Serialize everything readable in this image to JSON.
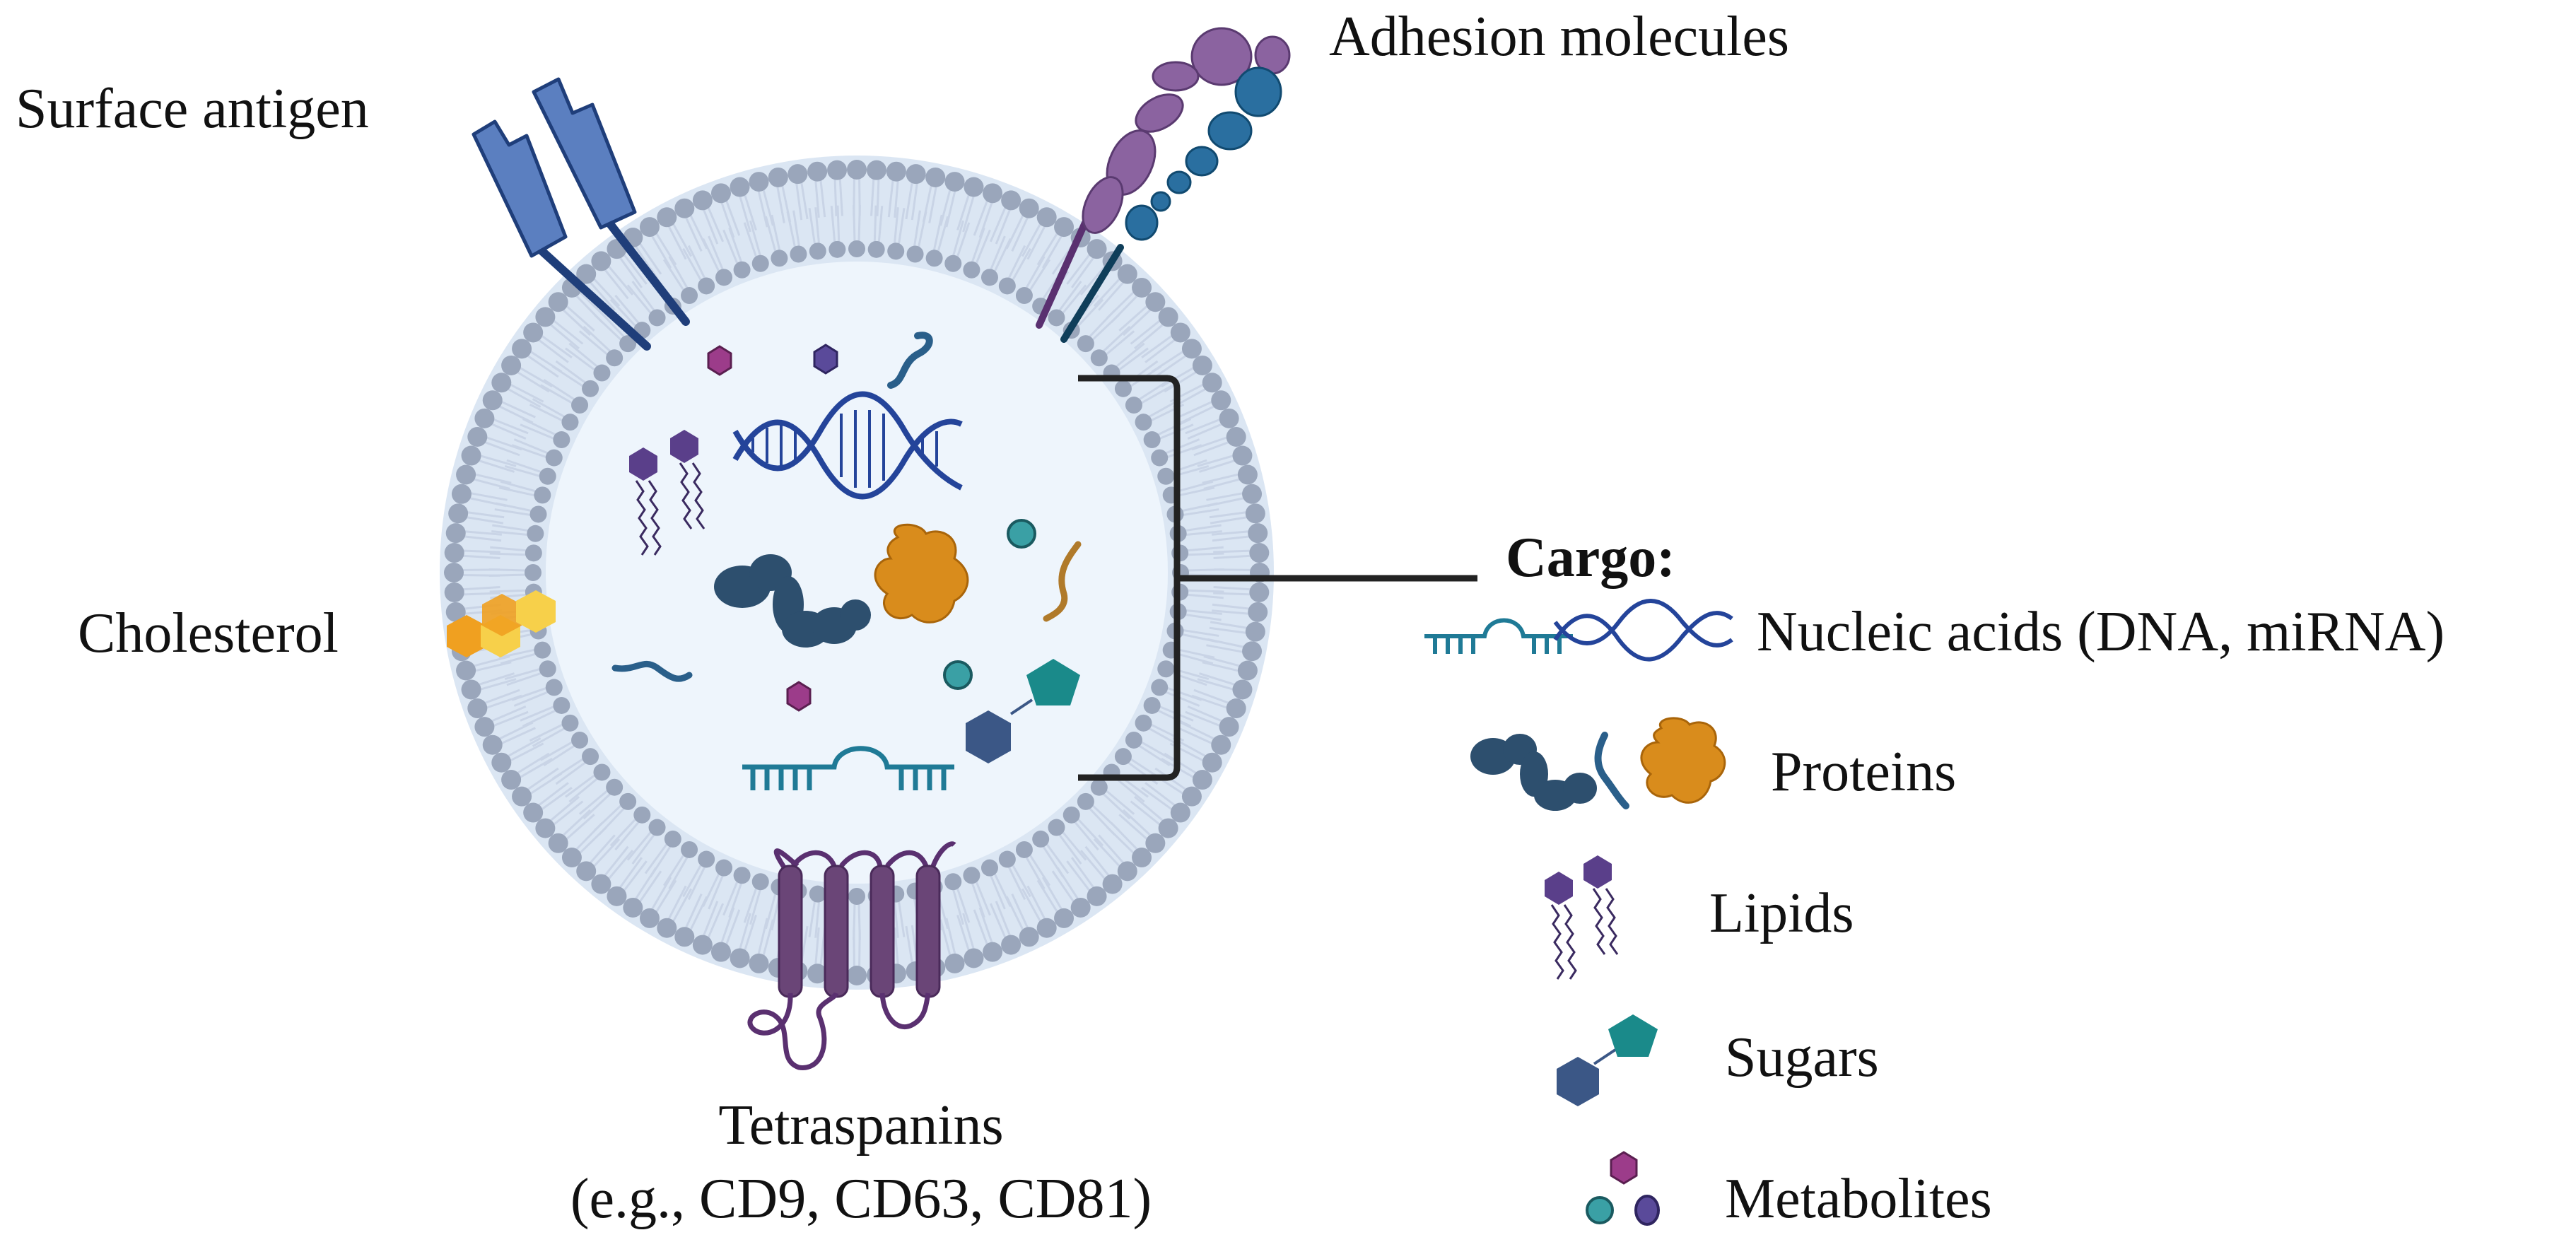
{
  "labels": {
    "surface_antigen": "Surface antigen",
    "adhesion_molecules": "Adhesion molecules",
    "cholesterol": "Cholesterol",
    "tetraspanins_line1": "Tetraspanins",
    "tetraspanins_line2": "(e.g., CD9, CD63, CD81)"
  },
  "cargo": {
    "title": "Cargo:",
    "items": [
      {
        "label": "Nucleic acids (DNA, miRNA)"
      },
      {
        "label": "Proteins"
      },
      {
        "label": "Lipids"
      },
      {
        "label": "Sugars"
      },
      {
        "label": "Metabolites"
      }
    ]
  },
  "colors": {
    "lipid_head": "#9aa6bb",
    "lipid_tail": "#c9d4e6",
    "vesicle_interior": "#eef5fc",
    "antigen": "#5b7fc0",
    "adhesion_purple": "#8b63a0",
    "adhesion_blue": "#2a6fa0",
    "tetraspanin": "#6a4577",
    "cholesterol_orange": "#f0a020",
    "cholesterol_yellow": "#f7d04a",
    "dna": "#24449a",
    "rna": "#1f7a96",
    "protein_dark": "#2d4f6e",
    "protein_orange": "#d98c1c",
    "lipid_cargo": "#5a3f8a",
    "sugar_teal": "#1a8a8a",
    "sugar_blue": "#3b5786",
    "metabolite_magenta": "#9c3c8a",
    "metabolite_teal": "#3aa0a5",
    "metabolite_violet": "#5a4a9a",
    "bracket": "#222222"
  }
}
